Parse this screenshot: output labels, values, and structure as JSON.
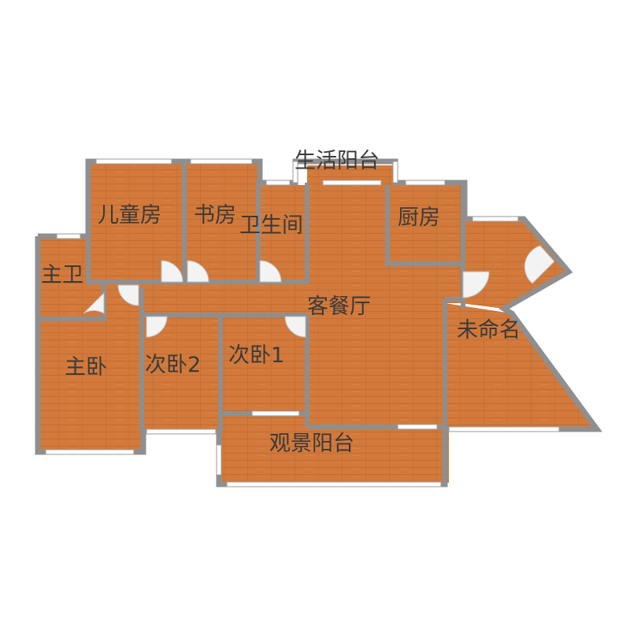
{
  "colors": {
    "floor": "#d27a3c",
    "floor_dark": "#b9622a",
    "wall": "#8f8f8f",
    "window": "#ffffff",
    "door_swing": "#f3f3f3",
    "label": "#3a3a3a"
  },
  "rooms": {
    "master_bath": "主卫",
    "kids_room": "儿童房",
    "study": "书房",
    "bathroom": "卫生间",
    "service_balcony": "生活阳台",
    "kitchen": "厨房",
    "living_dining": "客餐厅",
    "unnamed": "未命名",
    "master_bedroom": "主卧",
    "bedroom_2": "次卧2",
    "bedroom_1": "次卧1",
    "view_balcony": "观景阳台"
  }
}
